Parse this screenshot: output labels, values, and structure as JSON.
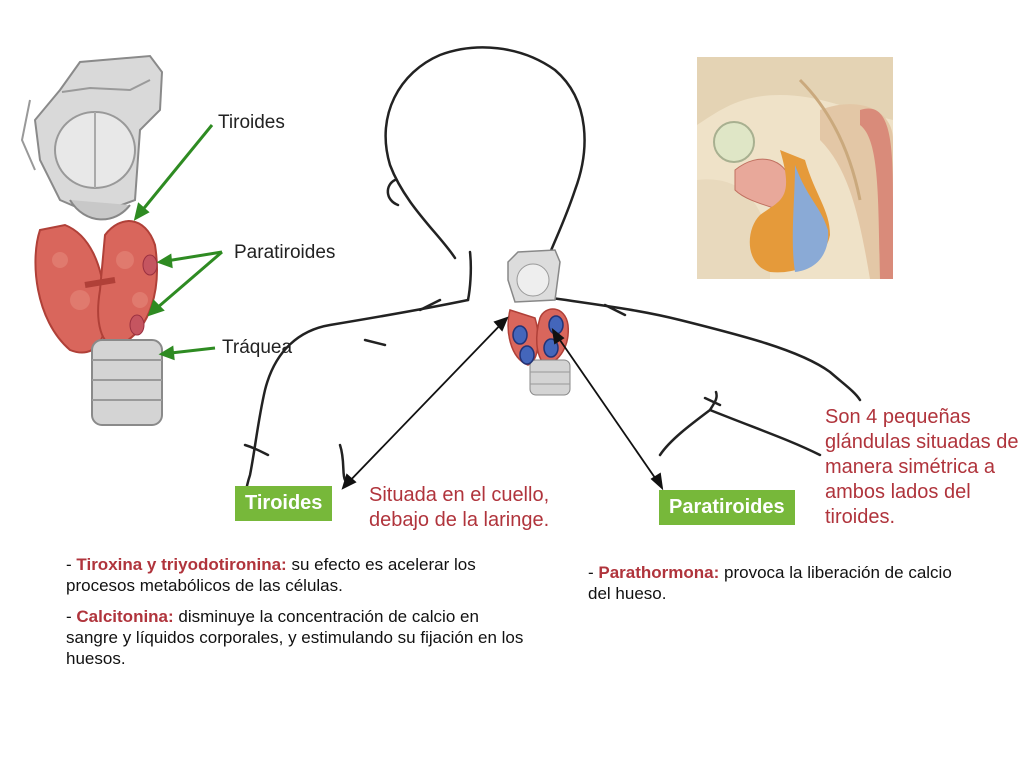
{
  "figure_labels": {
    "thyroid": "Tiroides",
    "parathyroid": "Paratiroides",
    "trachea": "Tráquea"
  },
  "thyroid": {
    "label": "Tiroides",
    "location": "Situada en el cuello, debajo de la laringe.",
    "hormones": [
      {
        "name": "Tiroxina y triyodotironina:",
        "effect": " su efecto es acelerar los procesos metabólicos de las células."
      },
      {
        "name": "Calcitonina:",
        "effect": " disminuye la concentración de calcio en sangre y líquidos corporales, y estimulando su fijación en los huesos."
      }
    ]
  },
  "parathyroid": {
    "label": "Paratiroides",
    "description": "Son 4 pequeñas glándulas situadas de manera simétrica a ambos lados del tiroides.",
    "hormones": [
      {
        "name": "Parathormona:",
        "effect": " provoca la liberación de calcio del hueso."
      }
    ]
  },
  "colors": {
    "label_bg": "#77b83a",
    "highlight": "#b0343c",
    "arrow_green": "#2e8b22",
    "gland_red": "#d9665c",
    "parathyroid_blue": "#4466bb"
  }
}
